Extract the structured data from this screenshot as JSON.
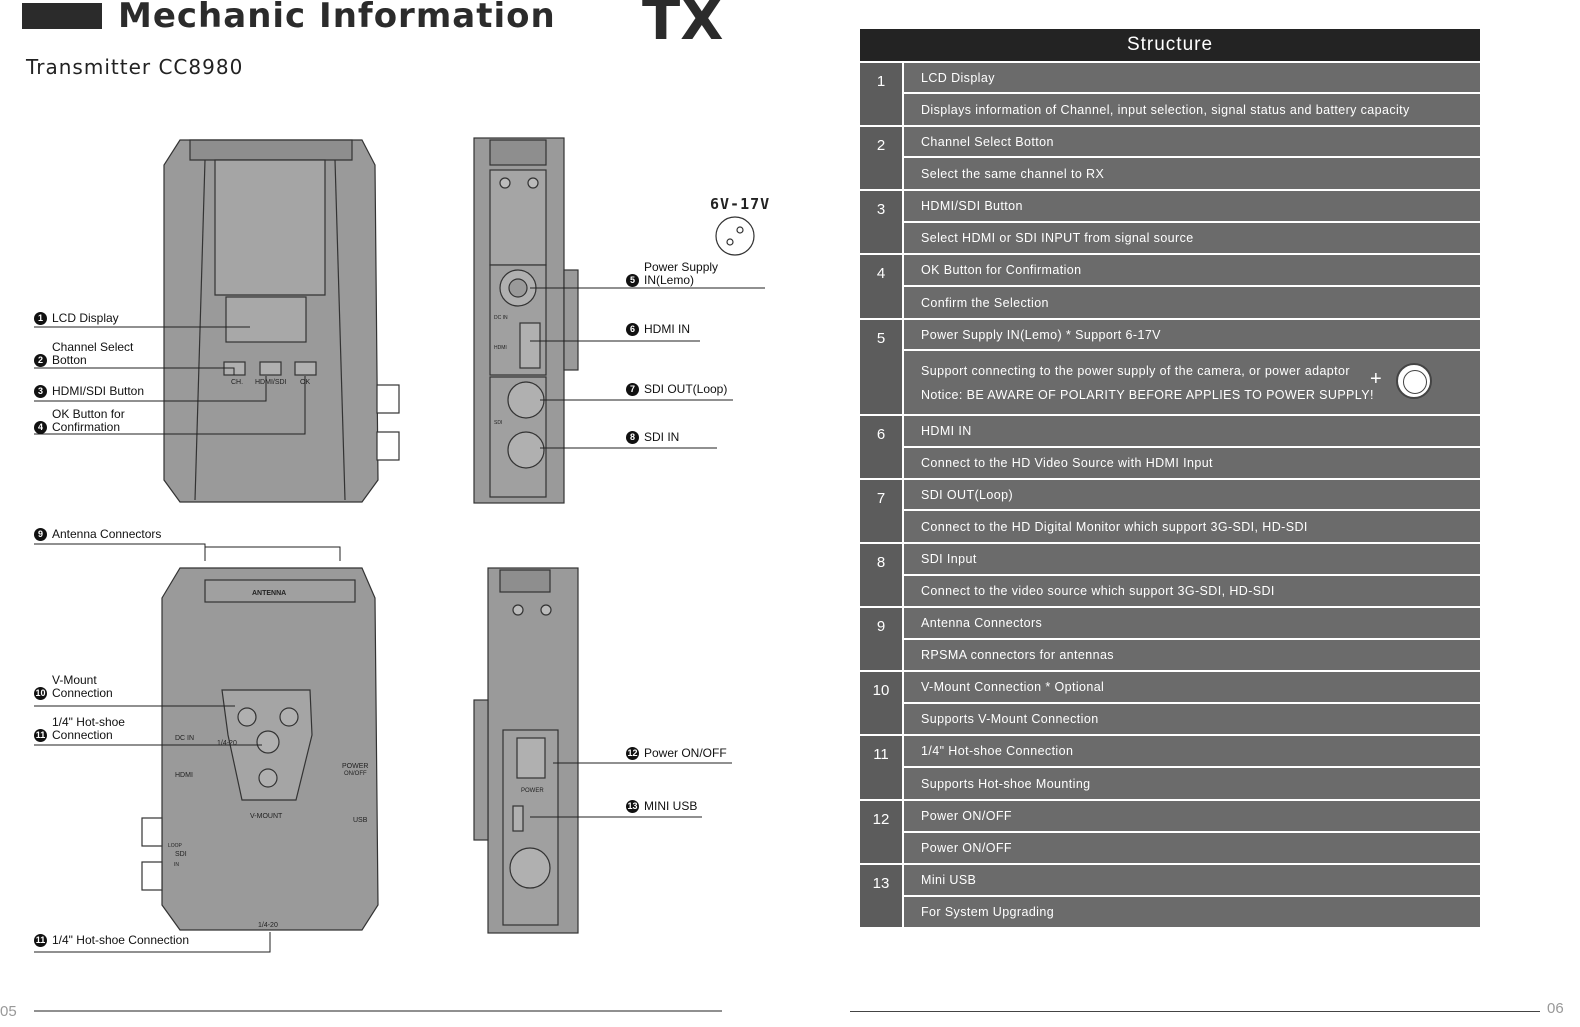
{
  "header": {
    "title": "Mechanic Information",
    "page_tag": "TX",
    "model": "Transmitter  CC8980"
  },
  "voltage_label": "6V-17V",
  "callouts": {
    "c1": {
      "num": "1",
      "text": "LCD Display"
    },
    "c2": {
      "num": "2",
      "text1": "Channel Select",
      "text2": "Botton"
    },
    "c3": {
      "num": "3",
      "text": "HDMI/SDI Button"
    },
    "c4": {
      "num": "4",
      "text1": "OK Button for",
      "text2": "Confirmation"
    },
    "c5": {
      "num": "5",
      "text1": "Power Supply",
      "text2": "IN(Lemo)"
    },
    "c6": {
      "num": "6",
      "text": "HDMI IN"
    },
    "c7": {
      "num": "7",
      "text": "SDI OUT(Loop)"
    },
    "c8": {
      "num": "8",
      "text": "SDI IN"
    },
    "c9": {
      "num": "9",
      "text": "Antenna Connectors"
    },
    "c10": {
      "num": "10",
      "text1": "V-Mount",
      "text2": "Connection"
    },
    "c11": {
      "num": "11",
      "text1": "1/4\" Hot-shoe",
      "text2": "Connection"
    },
    "c11b": {
      "num": "11",
      "text": "1/4\" Hot-shoe Connection"
    },
    "c12": {
      "num": "12",
      "text": "Power ON/OFF"
    },
    "c13": {
      "num": "13",
      "text": "MINI USB"
    }
  },
  "device_labels": {
    "ch": "CH.",
    "hdmisdi": "HDMI/SDI",
    "ok": "OK",
    "antenna": "ANTENNA",
    "vmount": "V-MOUNT",
    "quarter": "1/4-20",
    "quarter2": "1/4-20",
    "power": "POWER",
    "onoff": "ON/OFF",
    "usb": "USB",
    "hdmi": "HDMI",
    "sdi": "SDI",
    "dcin": "DC IN",
    "power_side": "POWER",
    "loop": "LOOP",
    "in": "IN",
    "side_dcin": "DC IN",
    "side_hdmi": "HDMI",
    "side_sdi": "SDI"
  },
  "structure": {
    "heading": "Structure",
    "rows": [
      {
        "num": "1",
        "name": "LCD Display",
        "desc": "Displays information of Channel, input selection, signal status and battery capacity"
      },
      {
        "num": "2",
        "name": "Channel Select Botton",
        "desc": "Select the same channel to RX"
      },
      {
        "num": "3",
        "name": "HDMI/SDI Button",
        "desc": "Select HDMI or SDI  INPUT from signal source"
      },
      {
        "num": "4",
        "name": "OK Button for Confirmation",
        "desc": "Confirm the Selection"
      },
      {
        "num": "5",
        "name": "Power Supply IN(Lemo)    * Support 6-17V",
        "desc": "Support connecting to the power supply of the camera, or power adaptor",
        "desc2": "Notice: BE AWARE OF POLARITY BEFORE APPLIES TO POWER SUPPLY!",
        "plus": "+",
        "minus": "-"
      },
      {
        "num": "6",
        "name": "HDMI IN",
        "desc": "Connect to the HD Video Source with HDMI Input"
      },
      {
        "num": "7",
        "name": "SDI OUT(Loop)",
        "desc": "Connect to the HD Digital Monitor which support 3G-SDI, HD-SDI"
      },
      {
        "num": "8",
        "name": "SDI Input",
        "desc": "Connect to the video source which support 3G-SDI, HD-SDI"
      },
      {
        "num": "9",
        "name": "Antenna Connectors",
        "desc": "RPSMA connectors for antennas"
      },
      {
        "num": "10",
        "name": "V-Mount Connection  * Optional",
        "desc": "Supports V-Mount Connection"
      },
      {
        "num": "11",
        "name": "1/4\" Hot-shoe Connection",
        "desc": "Supports Hot-shoe Mounting"
      },
      {
        "num": "12",
        "name": "Power ON/OFF",
        "desc": "Power ON/OFF"
      },
      {
        "num": "13",
        "name": "Mini USB",
        "desc": "For System Upgrading"
      }
    ]
  },
  "footer": {
    "left_page": "05",
    "right_page": "06"
  }
}
